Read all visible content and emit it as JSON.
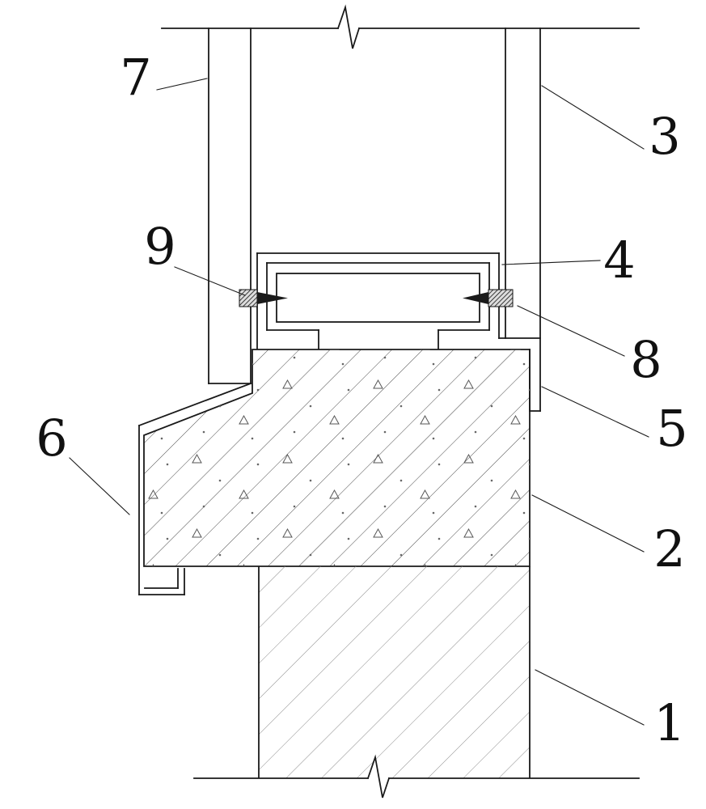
{
  "diagram": {
    "type": "construction-detail-section-drawing",
    "description": "Curtain wall / window sill connection detail with numbered part callouts",
    "callouts": {
      "c1": "1",
      "c2": "2",
      "c3": "3",
      "c4": "4",
      "c5": "5",
      "c6": "6",
      "c7": "7",
      "c8": "8",
      "c9": "9"
    },
    "colors": {
      "line": "#1a1a1a",
      "sill_hatch": "#4a4a4a",
      "wall_hatch": "#8a8a8a",
      "background": "#ffffff"
    }
  }
}
